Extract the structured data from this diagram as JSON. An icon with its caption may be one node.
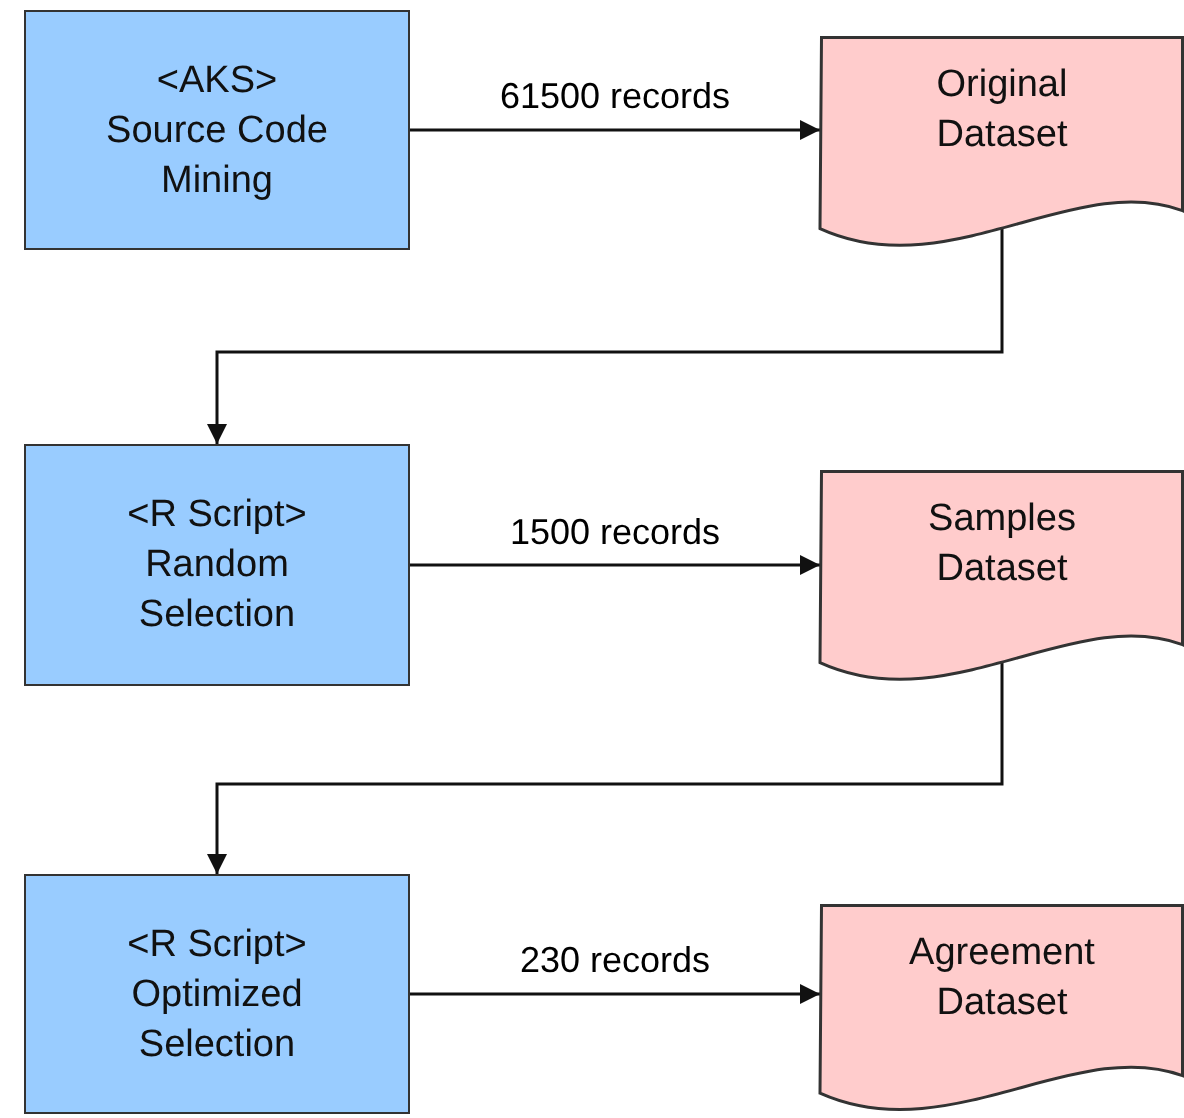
{
  "diagram": {
    "nodes": [
      {
        "text": [
          "<AKS>",
          "Source Code Mining"
        ]
      },
      {
        "text": [
          "Original Dataset"
        ]
      },
      {
        "text": [
          "<R Script>",
          "Random Selection"
        ]
      },
      {
        "text": [
          "Samples Dataset"
        ]
      },
      {
        "text": [
          "<R Script>",
          "Optimized Selection"
        ]
      },
      {
        "text": [
          "Agreement Dataset"
        ]
      }
    ],
    "edges": [
      {
        "from": 0,
        "to": 1,
        "arrow": "to",
        "label": "61500 records"
      },
      {
        "from": 1,
        "to": 2,
        "arrow": "to"
      },
      {
        "from": 2,
        "to": 3,
        "arrow": "to",
        "label": "1500 records"
      },
      {
        "from": 3,
        "to": 4,
        "arrow": "to"
      },
      {
        "from": 4,
        "to": 5,
        "arrow": "to",
        "label": "230 records"
      }
    ]
  }
}
